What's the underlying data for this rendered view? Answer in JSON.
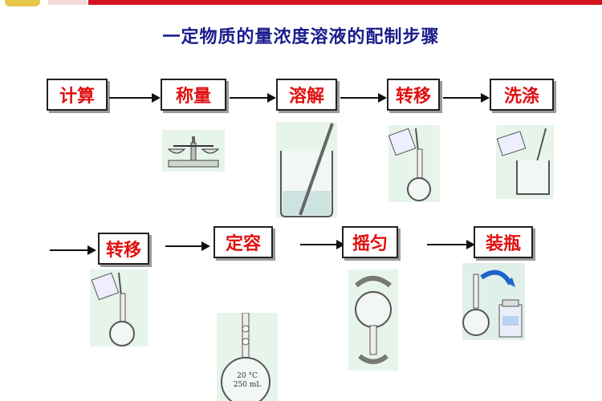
{
  "title": "一定物质的量浓度溶液的配制步骤",
  "steps_row1": [
    "计算",
    "称量",
    "溶解",
    "转移",
    "洗涤"
  ],
  "steps_row2": [
    "转移",
    "定容",
    "摇匀",
    "装瓶"
  ],
  "flask_label_temp": "20 °C",
  "flask_label_volume": "250 mL"
}
